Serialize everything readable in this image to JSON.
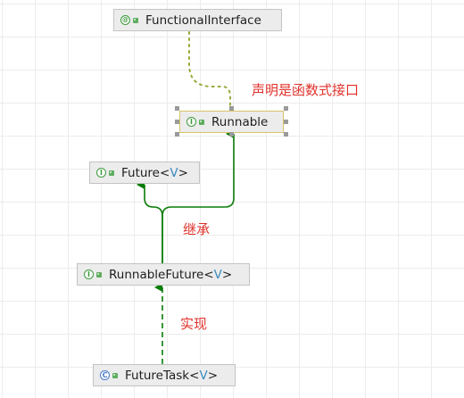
{
  "nodes": {
    "functional_interface": {
      "name": "FunctionalInterface",
      "kind": "annotation",
      "badge": "@"
    },
    "runnable": {
      "name": "Runnable",
      "kind": "interface",
      "badge": "I",
      "selected": true
    },
    "future": {
      "name": "Future",
      "type_param_open": "<",
      "type_param": "V",
      "type_param_close": ">",
      "kind": "interface",
      "badge": "I"
    },
    "runnable_future": {
      "name": "RunnableFuture",
      "type_param_open": "<",
      "type_param": "V",
      "type_param_close": ">",
      "kind": "interface",
      "badge": "I"
    },
    "future_task": {
      "name": "FutureTask",
      "type_param_open": "<",
      "type_param": "V",
      "type_param_close": ">",
      "kind": "class",
      "badge": "C"
    }
  },
  "annotations": {
    "functional_note": "声明是函数式接口",
    "extends_note": "继承",
    "implements_note": "实现"
  },
  "colors": {
    "extends_edge": "#0a7d0a",
    "implements_edge": "#0a7d0a",
    "annotation_edge": "#9aa83a",
    "note_text": "#e0312b"
  },
  "edges": [
    {
      "from": "RunnableFuture",
      "to": "Future",
      "style": "solid"
    },
    {
      "from": "RunnableFuture",
      "to": "Runnable",
      "style": "solid"
    },
    {
      "from": "FutureTask",
      "to": "RunnableFuture",
      "style": "dashed"
    },
    {
      "from": "Runnable",
      "to": "FunctionalInterface",
      "style": "dotted"
    }
  ]
}
